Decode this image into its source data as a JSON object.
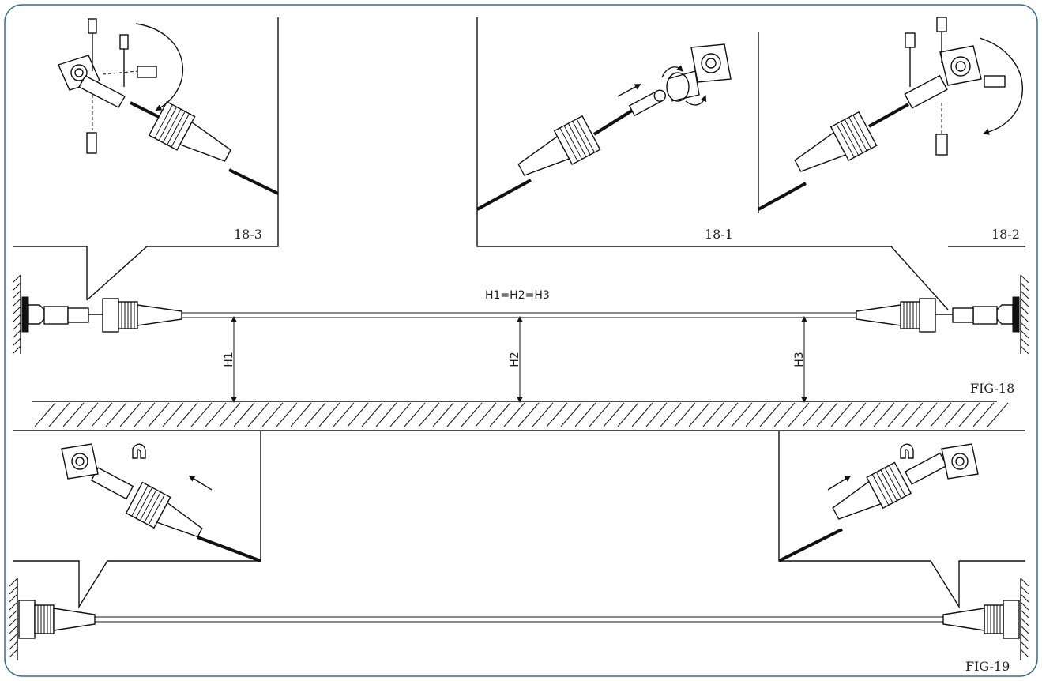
{
  "figures": {
    "fig18_label": "FIG-18",
    "fig19_label": "FIG-19"
  },
  "details": {
    "d18_1": "18-1",
    "d18_2": "18-2",
    "d18_3": "18-3"
  },
  "dimensions": {
    "equation": "H1=H2=H3",
    "h1": "H1",
    "h2": "H2",
    "h3": "H3"
  }
}
